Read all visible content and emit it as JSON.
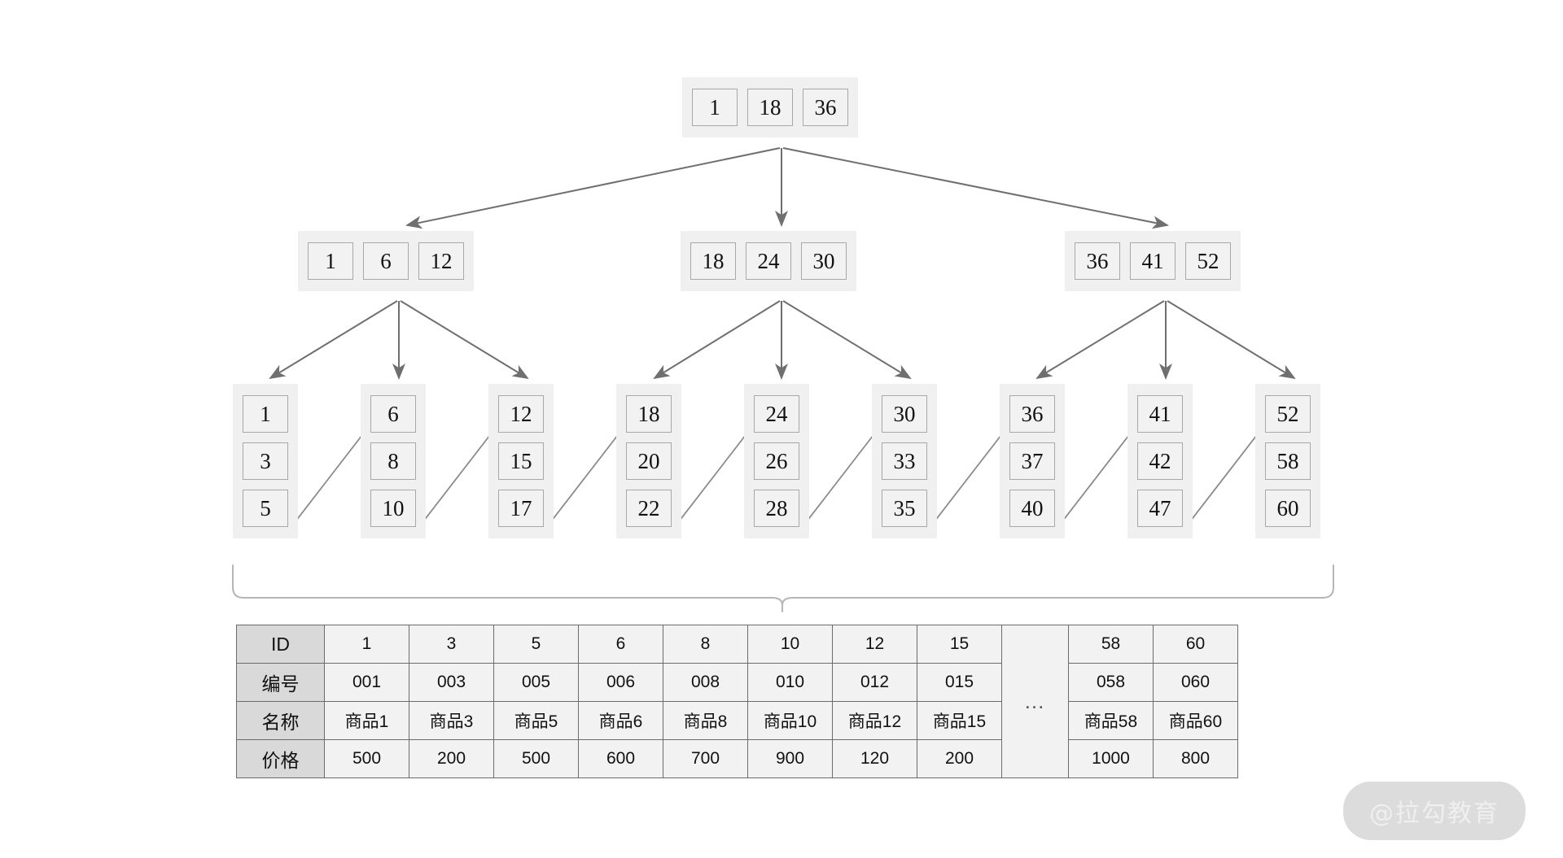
{
  "diagram": {
    "title": "B+ Tree index structure with record table",
    "type": "b-plus-tree",
    "colors": {
      "node_background": "#f0f0f0",
      "cell_background": "#f2f2f2",
      "cell_border": "#a8a8a8",
      "edge_stroke": "#6f6f6f",
      "brace_stroke": "#b5b5b5",
      "table_border": "#6b6b6b",
      "table_header_background": "#d9d9d9",
      "text": "#111111",
      "watermark_pill": "#dcdcdc",
      "watermark_text": "#efefef"
    },
    "root": {
      "keys": [
        "1",
        "18",
        "36"
      ]
    },
    "level2": [
      {
        "keys": [
          "1",
          "6",
          "12"
        ]
      },
      {
        "keys": [
          "18",
          "24",
          "30"
        ]
      },
      {
        "keys": [
          "36",
          "41",
          "52"
        ]
      }
    ],
    "leaves": [
      {
        "keys": [
          "1",
          "3",
          "5"
        ]
      },
      {
        "keys": [
          "6",
          "8",
          "10"
        ]
      },
      {
        "keys": [
          "12",
          "15",
          "17"
        ]
      },
      {
        "keys": [
          "18",
          "20",
          "22"
        ]
      },
      {
        "keys": [
          "24",
          "26",
          "28"
        ]
      },
      {
        "keys": [
          "30",
          "33",
          "35"
        ]
      },
      {
        "keys": [
          "36",
          "37",
          "40"
        ]
      },
      {
        "keys": [
          "41",
          "42",
          "47"
        ]
      },
      {
        "keys": [
          "52",
          "58",
          "60"
        ]
      }
    ]
  },
  "table": {
    "row_labels": [
      "ID",
      "编号",
      "名称",
      "价格"
    ],
    "gap_label": "…",
    "columns": [
      {
        "id": "1",
        "code": "001",
        "name": "商品1",
        "price": "500"
      },
      {
        "id": "3",
        "code": "003",
        "name": "商品3",
        "price": "200"
      },
      {
        "id": "5",
        "code": "005",
        "name": "商品5",
        "price": "500"
      },
      {
        "id": "6",
        "code": "006",
        "name": "商品6",
        "price": "600"
      },
      {
        "id": "8",
        "code": "008",
        "name": "商品8",
        "price": "700"
      },
      {
        "id": "10",
        "code": "010",
        "name": "商品10",
        "price": "900"
      },
      {
        "id": "12",
        "code": "012",
        "name": "商品12",
        "price": "120"
      },
      {
        "id": "15",
        "code": "015",
        "name": "商品15",
        "price": "200"
      }
    ],
    "tail_columns": [
      {
        "id": "58",
        "code": "058",
        "name": "商品58",
        "price": "1000"
      },
      {
        "id": "60",
        "code": "060",
        "name": "商品60",
        "price": "800"
      }
    ]
  },
  "watermark": {
    "text": "@拉勾教育"
  }
}
